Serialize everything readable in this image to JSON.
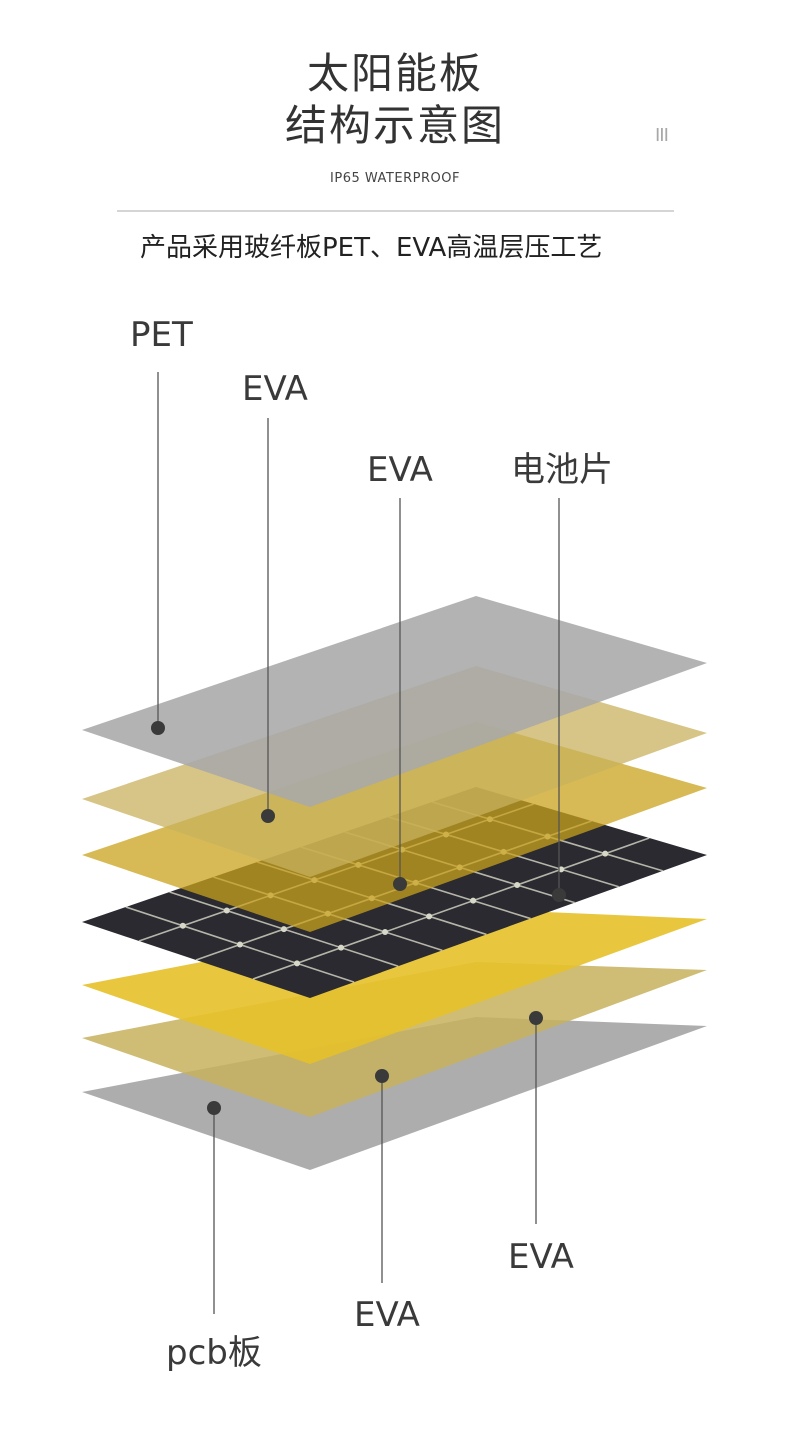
{
  "header": {
    "title_line1": "太阳能板",
    "title_line2": "结构示意图",
    "title_mark": "III",
    "subtitle": "IP65 WATERPROOF",
    "description": "产品采用玻纤板PET、EVA高温层压工艺"
  },
  "layers": [
    {
      "label": "PET",
      "color": "#a9a9a9",
      "opacity": 0.88
    },
    {
      "label": "EVA",
      "color": "#c8b25e",
      "opacity": 0.75
    },
    {
      "label": "EVA",
      "color": "#c9a31d",
      "opacity": 0.75
    },
    {
      "label": "电池片",
      "color": "#2a2a30",
      "opacity": 1.0
    },
    {
      "label": "EVA",
      "color": "#e6c12a",
      "opacity": 0.9
    },
    {
      "label": "EVA",
      "color": "#c7b25e",
      "opacity": 0.85
    },
    {
      "label": "pcb板",
      "color": "#a4a4a4",
      "opacity": 0.9
    }
  ],
  "colors": {
    "dot": "#3a3a3a",
    "leader": "#555555",
    "cell_grid": "#d8d8c8"
  }
}
